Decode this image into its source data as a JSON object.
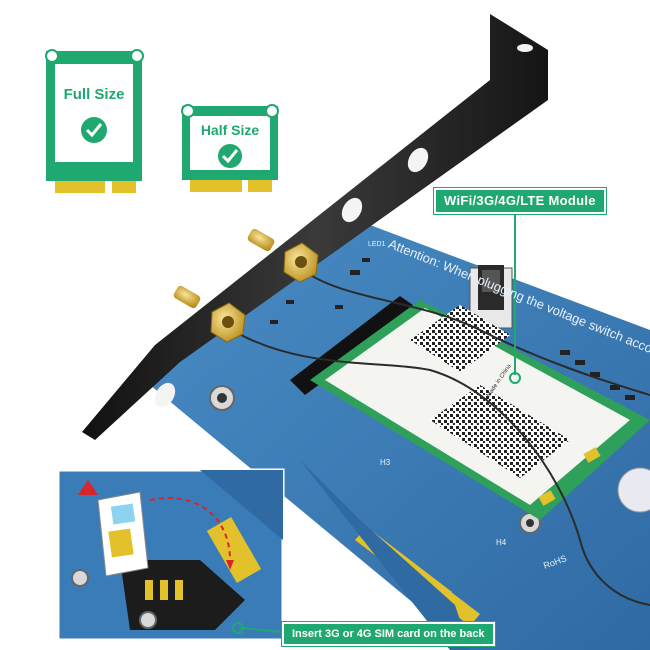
{
  "cards": {
    "full_size_label": "Full Size",
    "half_size_label": "Half Size"
  },
  "callouts": {
    "module": "WiFi/3G/4G/LTE  Module",
    "sim": "Insert 3G or 4G SIM card on the back"
  },
  "board": {
    "attention_text": "Attention: When plugging the voltage switch according",
    "led_label": "LED1",
    "hole_label_h3": "H3",
    "hole_label_h4": "H4",
    "rohs_label": "RoHS",
    "module_text": "Made in China"
  },
  "colors": {
    "accent": "#1fa870",
    "board": "#3a7cb8",
    "bracket": "#1c1c1c",
    "gold": "#e2c12a",
    "module": "#f4f4f0"
  }
}
